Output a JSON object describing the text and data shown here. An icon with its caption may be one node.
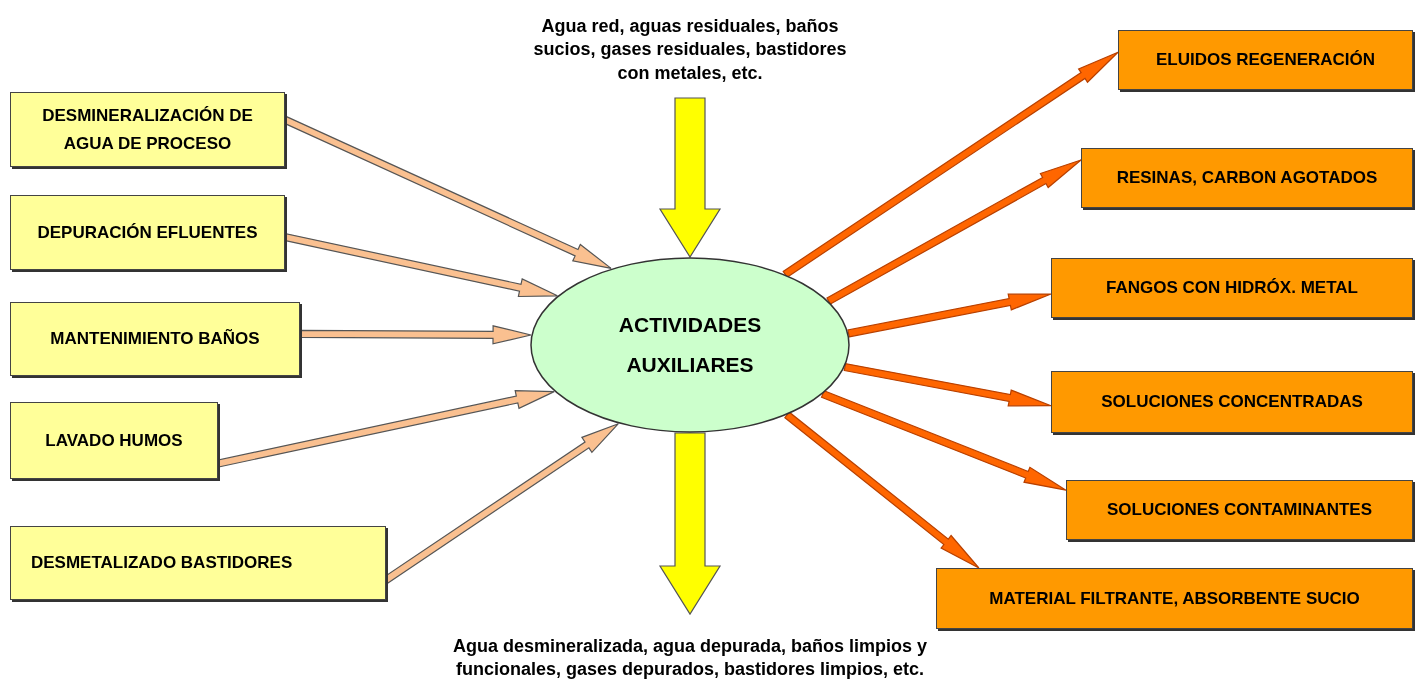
{
  "diagram": {
    "nodes": [
      {
        "text": [
          "Agua red, aguas residuales, baños sucios, gases residuales, bastidores con metales, etc."
        ]
      },
      {
        "text": [
          "ACTIVIDADES AUXILIARES"
        ]
      },
      {
        "text": [
          "Agua desmineralizada, agua depurada, baños limpios y funcionales, gases depurados, bastidores limpios, etc."
        ]
      },
      {
        "text": [
          "DESMINERALIZACIÓN DE AGUA DE PROCESO"
        ]
      },
      {
        "text": [
          "DEPURACIÓN EFLUENTES"
        ]
      },
      {
        "text": [
          "MANTENIMIENTO BAÑOS"
        ]
      },
      {
        "text": [
          "LAVADO HUMOS"
        ]
      },
      {
        "text": [
          "DESMETALIZADO BASTIDORES"
        ]
      },
      {
        "text": [
          "ELUIDOS REGENERACIÓN"
        ]
      },
      {
        "text": [
          "RESINAS, CARBON AGOTADOS"
        ]
      },
      {
        "text": [
          "FANGOS CON HIDRÓX. METAL"
        ]
      },
      {
        "text": [
          "SOLUCIONES CONCENTRADAS"
        ]
      },
      {
        "text": [
          "SOLUCIONES CONTAMINANTES"
        ]
      },
      {
        "text": [
          "MATERIAL FILTRANTE, ABSORBENTE SUCIO"
        ]
      }
    ],
    "edges": [
      {
        "from": 0,
        "to": 1,
        "arrow": "to",
        "color": "#ffff00"
      },
      {
        "from": 1,
        "to": 2,
        "arrow": "to",
        "color": "#ffff00"
      },
      {
        "from": 3,
        "to": 1,
        "arrow": "to",
        "color": "#fac090"
      },
      {
        "from": 4,
        "to": 1,
        "arrow": "to",
        "color": "#fac090"
      },
      {
        "from": 5,
        "to": 1,
        "arrow": "to",
        "color": "#fac090"
      },
      {
        "from": 6,
        "to": 1,
        "arrow": "to",
        "color": "#fac090"
      },
      {
        "from": 7,
        "to": 1,
        "arrow": "to",
        "color": "#fac090"
      },
      {
        "from": 1,
        "to": 8,
        "arrow": "to"
      },
      {
        "from": 1,
        "to": 9,
        "arrow": "to"
      },
      {
        "from": 1,
        "to": 10,
        "arrow": "to"
      },
      {
        "from": 1,
        "to": 11,
        "arrow": "to"
      },
      {
        "from": 1,
        "to": 12,
        "arrow": "to"
      },
      {
        "from": 1,
        "to": 13,
        "arrow": "to"
      }
    ]
  }
}
